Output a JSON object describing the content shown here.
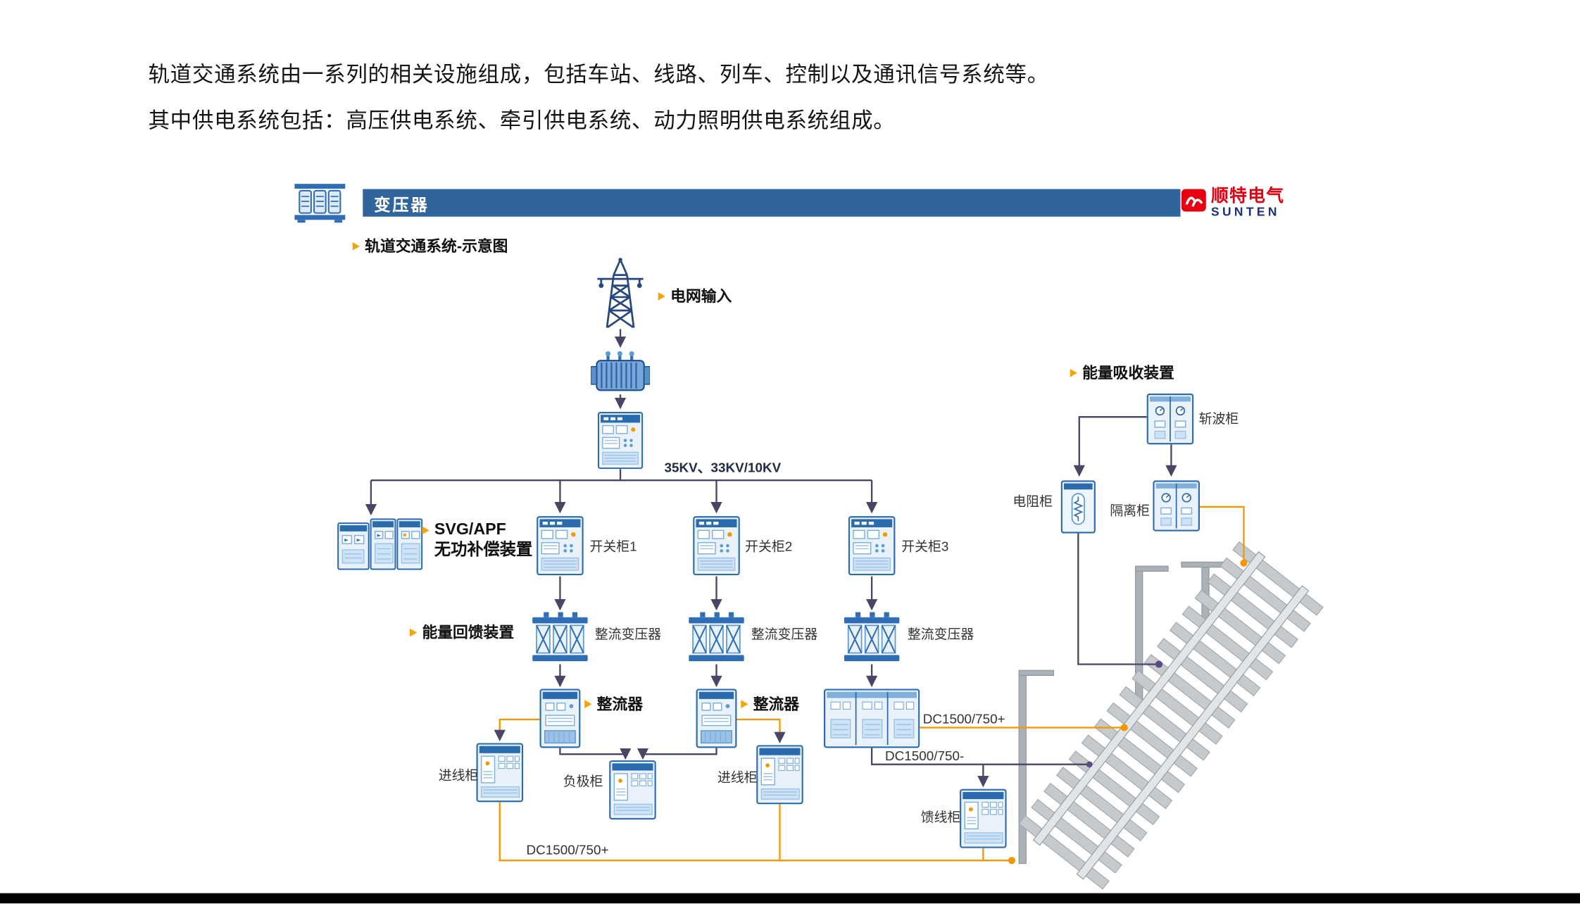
{
  "intro": {
    "line1": "轨道交通系统由一系列的相关设施组成，包括车站、线路、列车、控制以及通讯信号系统等。",
    "line2": "其中供电系统包括：高压供电系统、牵引供电系统、动力照明供电系统组成。"
  },
  "header": {
    "title": "变压器",
    "brand_cn": "顺特电气",
    "brand_en": "SUNTEN"
  },
  "diagram": {
    "title": "轨道交通系统-示意图",
    "labels": {
      "grid_input": "电网输入",
      "voltage_levels": "35KV、33KV/10KV",
      "svg_apf": "SVG/APF",
      "reactive_compensation": "无功补偿装置",
      "switchgear1": "开关柜1",
      "switchgear2": "开关柜2",
      "switchgear3": "开关柜3",
      "energy_feedback_device": "能量回馈装置",
      "rectifier_transformer": "整流变压器",
      "rectifier": "整流器",
      "incoming_cabinet": "进线柜",
      "negative_cabinet": "负极柜",
      "feeder_cabinet": "馈线柜",
      "energy_absorption_device": "能量吸收装置",
      "chopper_cabinet": "斩波柜",
      "resistor_cabinet": "电阻柜",
      "isolation_cabinet": "隔离柜",
      "dc_positive": "DC1500/750+",
      "dc_negative": "DC1500/750-"
    }
  },
  "colors": {
    "header_bar_blue": "#31639c",
    "brand_red": "#e60012",
    "accent_yellow": "#f5a300",
    "wire_navy": "#4a4566",
    "wire_orange": "#f39800",
    "equipment_blue": "#2f6db5"
  }
}
